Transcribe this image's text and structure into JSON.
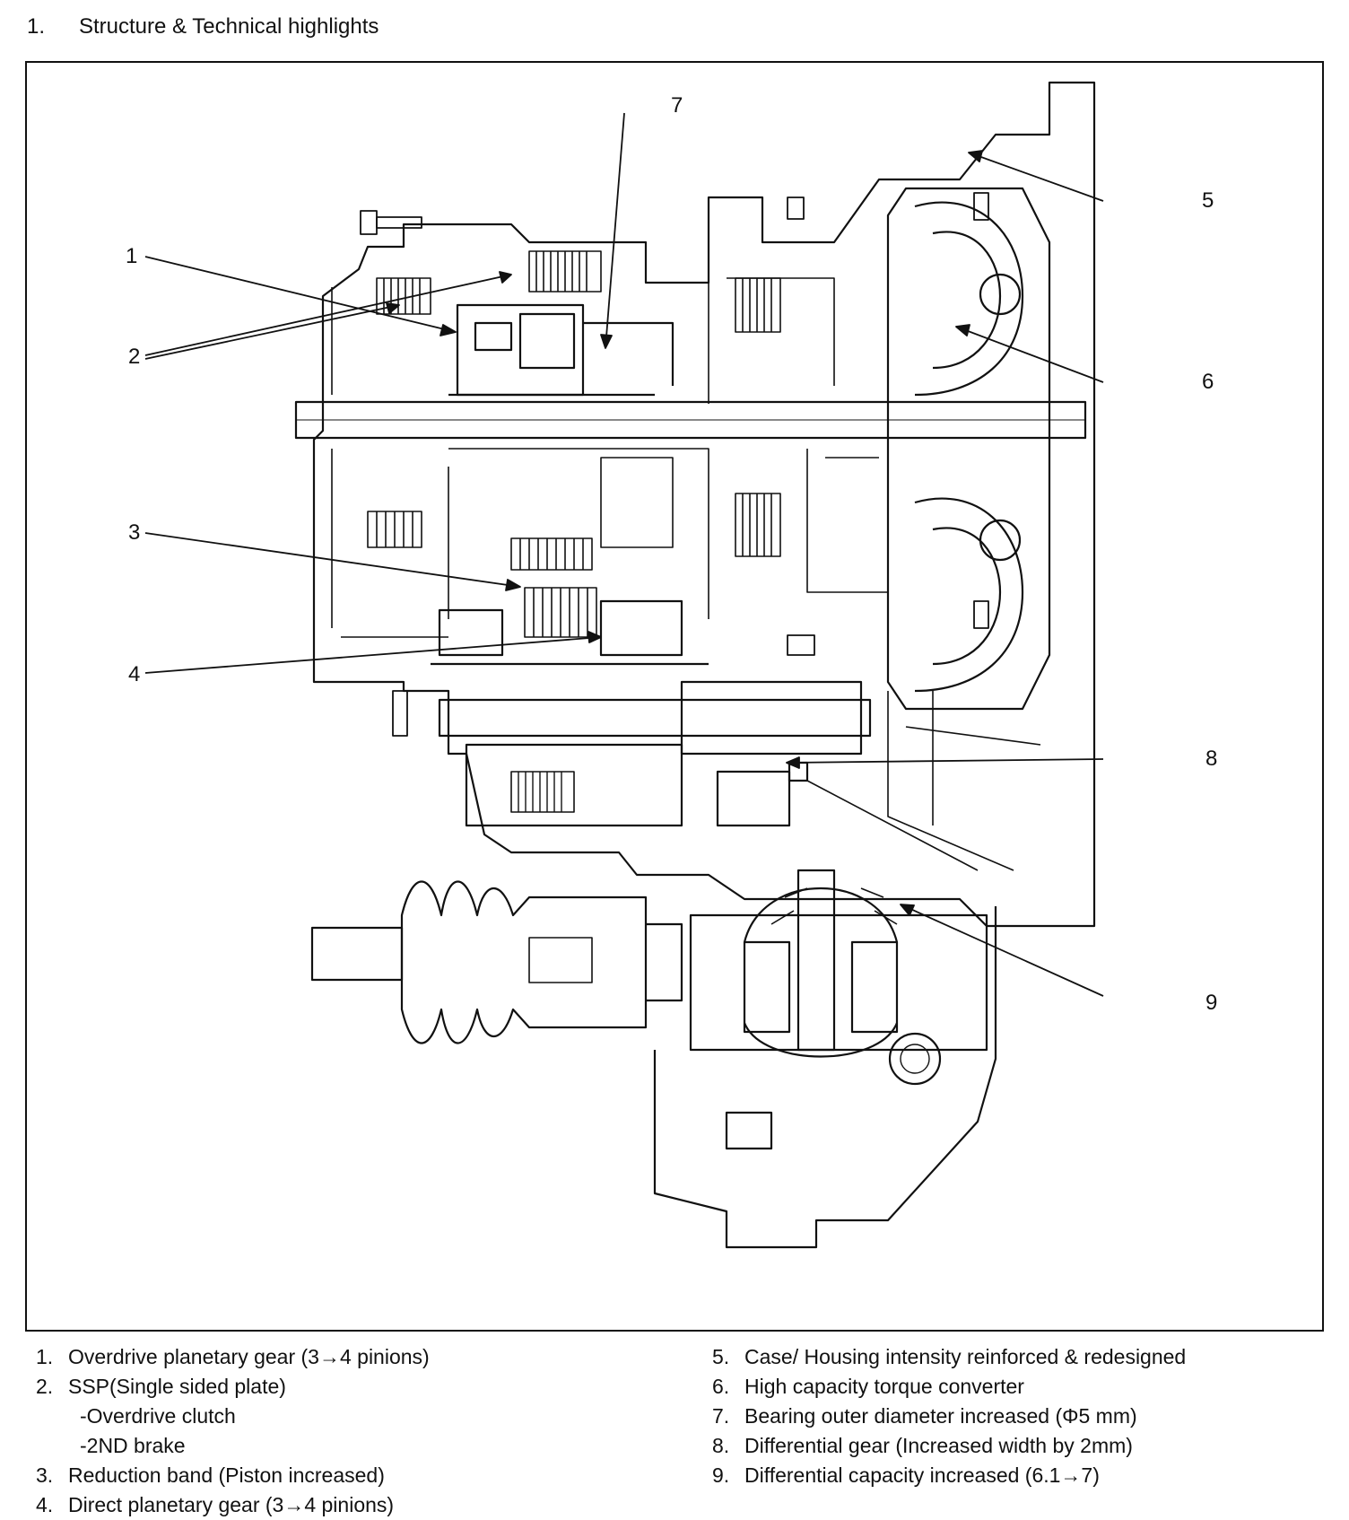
{
  "heading": {
    "number": "1.",
    "title": "Structure & Technical highlights"
  },
  "callouts": {
    "c1": "1",
    "c2": "2",
    "c3": "3",
    "c4": "4",
    "c5": "5",
    "c6": "6",
    "c7": "7",
    "c8": "8",
    "c9": "9"
  },
  "legend": {
    "left": [
      {
        "idx": "1.",
        "text": "Overdrive planetary gear (3→4 pinions)"
      },
      {
        "idx": "2.",
        "text": "SSP(Single sided plate)",
        "sub": [
          "-Overdrive clutch",
          "-2ND brake"
        ]
      },
      {
        "idx": "3.",
        "text": "Reduction band (Piston increased)"
      },
      {
        "idx": "4.",
        "text": "Direct planetary gear (3→4 pinions)"
      }
    ],
    "right": [
      {
        "idx": "5.",
        "text": "Case/ Housing intensity reinforced & redesigned"
      },
      {
        "idx": "6.",
        "text": "High capacity torque converter"
      },
      {
        "idx": "7.",
        "text": "Bearing outer diameter increased (Φ5 mm)"
      },
      {
        "idx": "8.",
        "text": "Differential gear (Increased width by 2mm)"
      },
      {
        "idx": "9.",
        "text": "Differential capacity increased (6.1→7)"
      }
    ]
  },
  "colors": {
    "ink": "#111111",
    "paper": "#ffffff"
  }
}
